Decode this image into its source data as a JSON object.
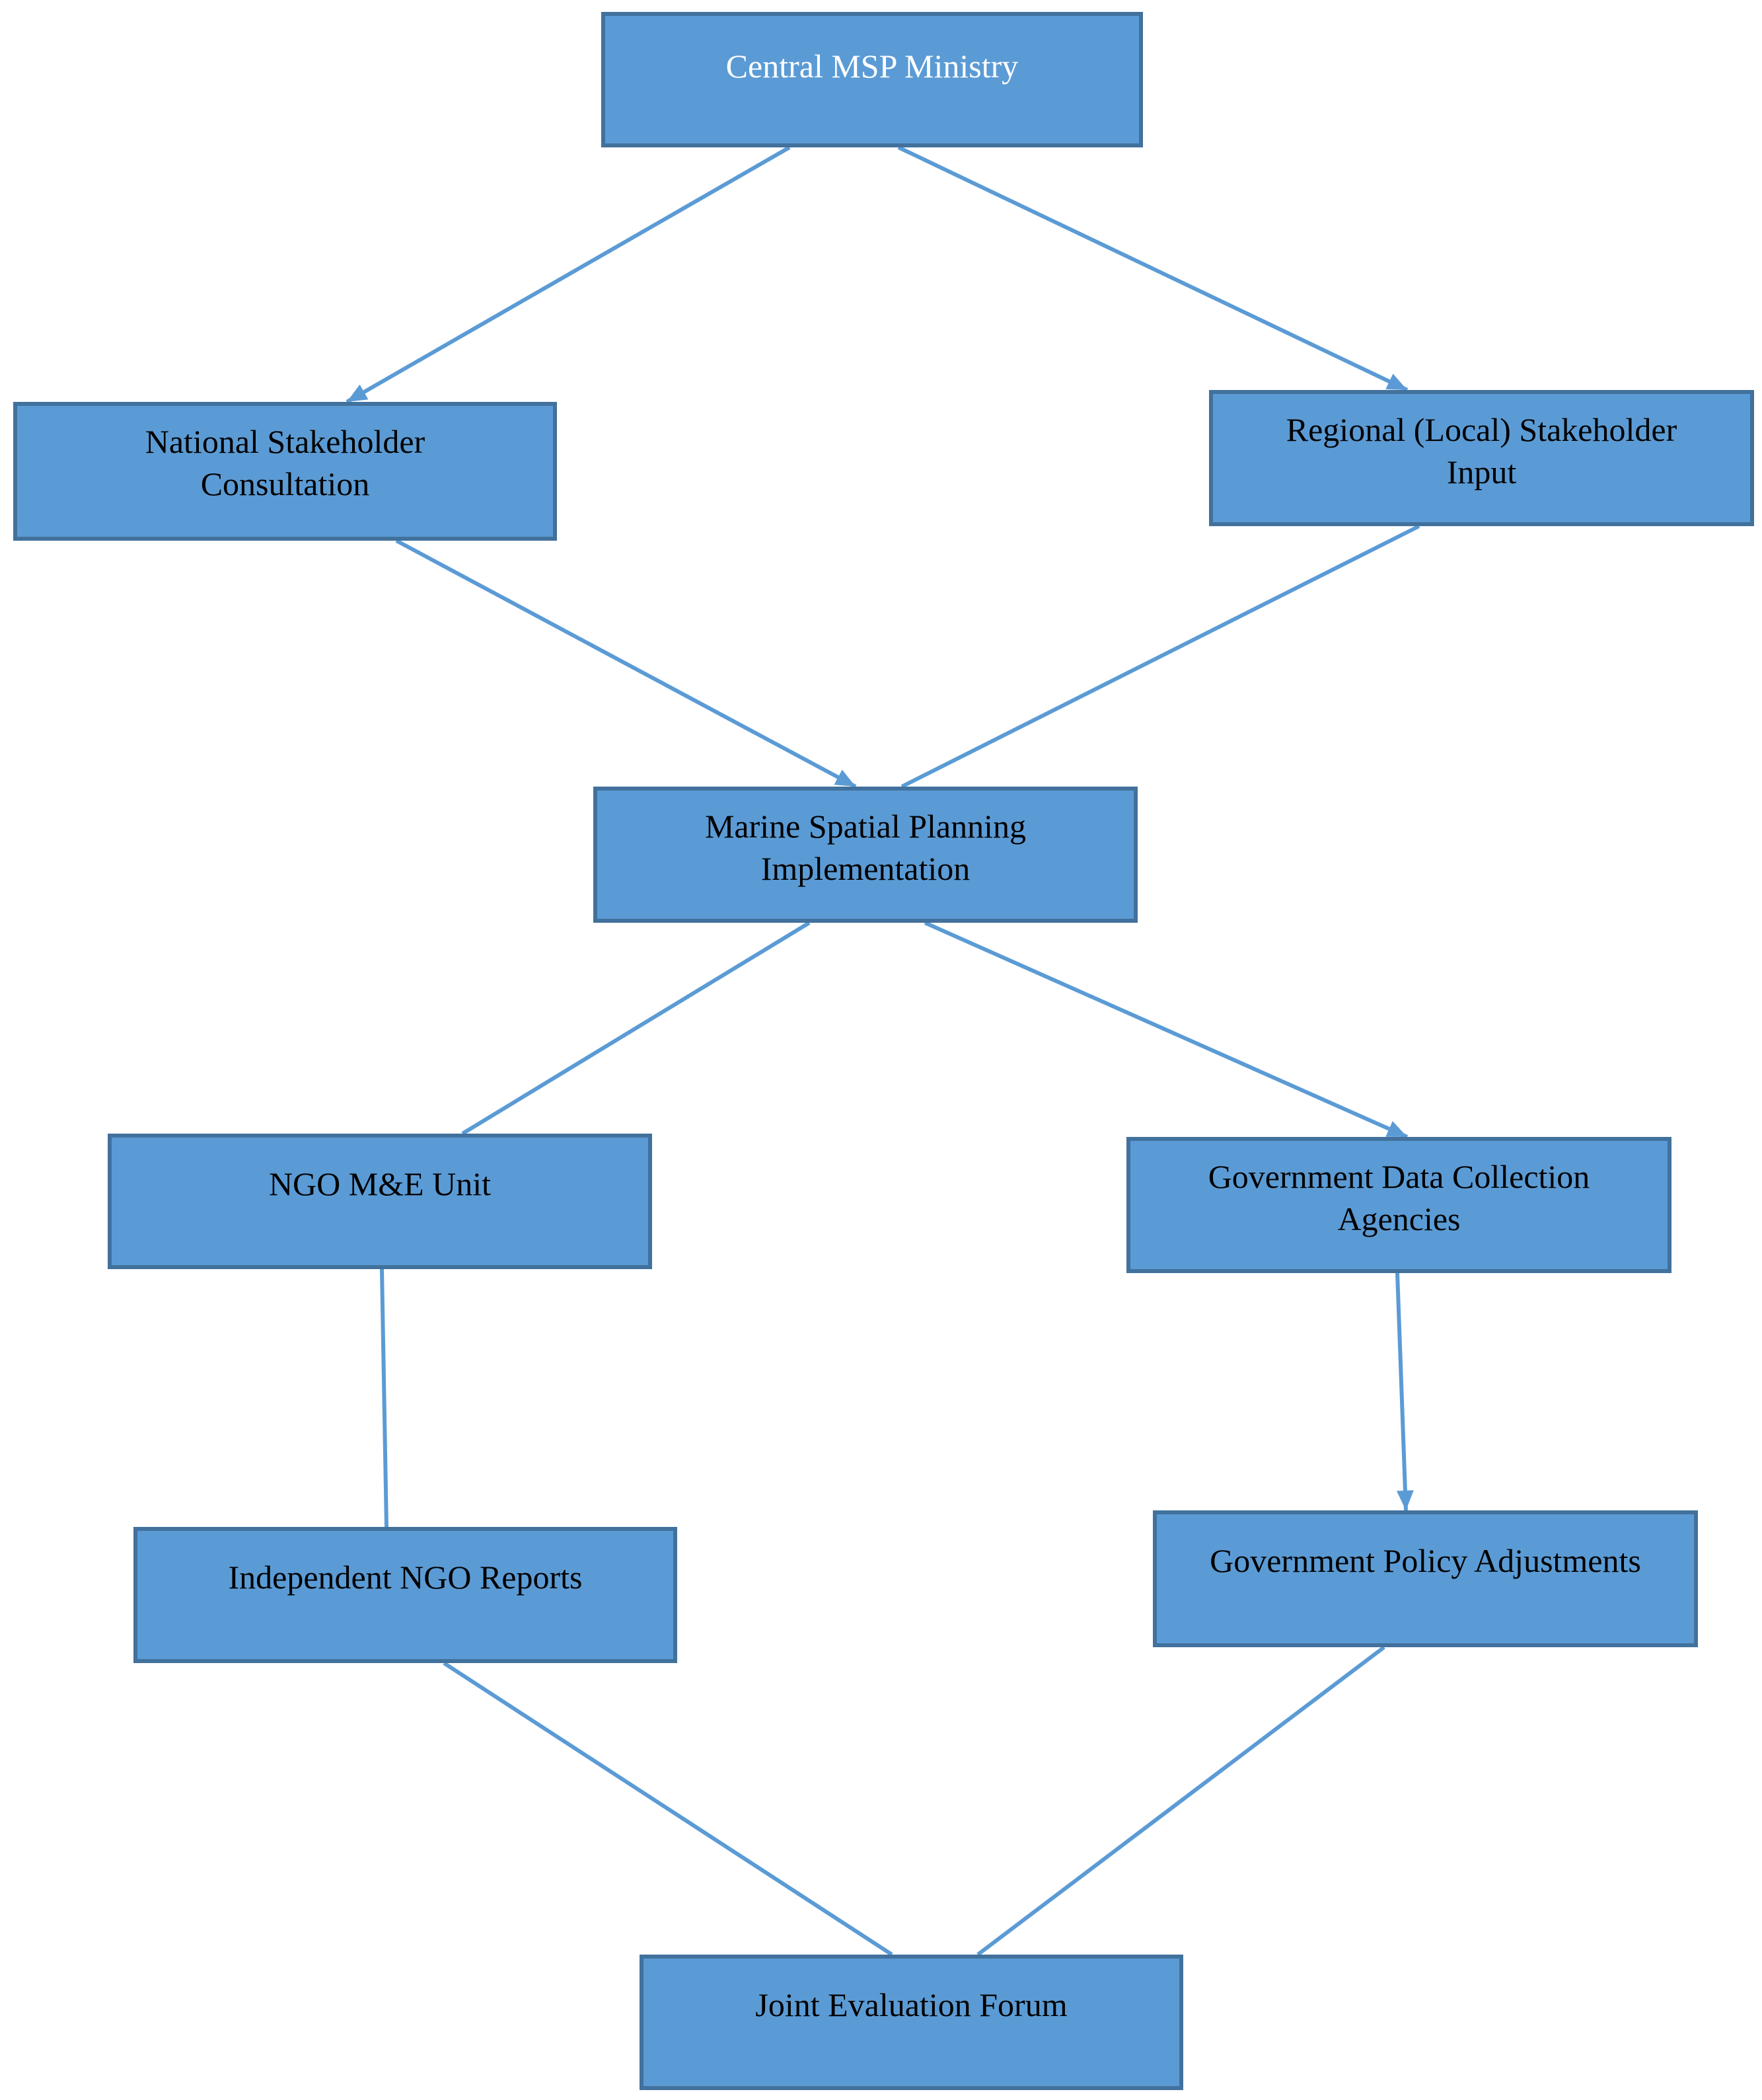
{
  "diagram": {
    "nodes": [
      {
        "id": "central-msp-ministry",
        "label": "Central MSP Ministry",
        "text_color": "#ffffff"
      },
      {
        "id": "national-stakeholder-consultation",
        "label": "National Stakeholder\nConsultation",
        "text_color": "#000000"
      },
      {
        "id": "regional-stakeholder-input",
        "label": "Regional (Local) Stakeholder\nInput",
        "text_color": "#000000"
      },
      {
        "id": "msp-implementation",
        "label": "Marine Spatial Planning\nImplementation",
        "text_color": "#000000"
      },
      {
        "id": "ngo-me-unit",
        "label": "NGO M&E Unit",
        "text_color": "#000000"
      },
      {
        "id": "gov-data-collection",
        "label": "Government Data Collection\nAgencies",
        "text_color": "#000000"
      },
      {
        "id": "independent-ngo-reports",
        "label": "Independent NGO Reports",
        "text_color": "#000000"
      },
      {
        "id": "gov-policy-adjustments",
        "label": "Government Policy Adjustments",
        "text_color": "#000000"
      },
      {
        "id": "joint-evaluation-forum",
        "label": "Joint Evaluation Forum",
        "text_color": "#000000"
      }
    ],
    "edges": [
      {
        "from": "central-msp-ministry",
        "to": "national-stakeholder-consultation",
        "arrow": true
      },
      {
        "from": "central-msp-ministry",
        "to": "regional-stakeholder-input",
        "arrow": true
      },
      {
        "from": "national-stakeholder-consultation",
        "to": "msp-implementation",
        "arrow": true
      },
      {
        "from": "regional-stakeholder-input",
        "to": "msp-implementation",
        "arrow": false
      },
      {
        "from": "msp-implementation",
        "to": "ngo-me-unit",
        "arrow": false
      },
      {
        "from": "msp-implementation",
        "to": "gov-data-collection",
        "arrow": true
      },
      {
        "from": "ngo-me-unit",
        "to": "independent-ngo-reports",
        "arrow": false
      },
      {
        "from": "gov-data-collection",
        "to": "gov-policy-adjustments",
        "arrow": true
      },
      {
        "from": "independent-ngo-reports",
        "to": "joint-evaluation-forum",
        "arrow": false
      },
      {
        "from": "gov-policy-adjustments",
        "to": "joint-evaluation-forum",
        "arrow": false
      }
    ],
    "colors": {
      "box_fill": "#5b9bd5",
      "box_border": "#41719c",
      "edge": "#5b9bd5"
    }
  }
}
